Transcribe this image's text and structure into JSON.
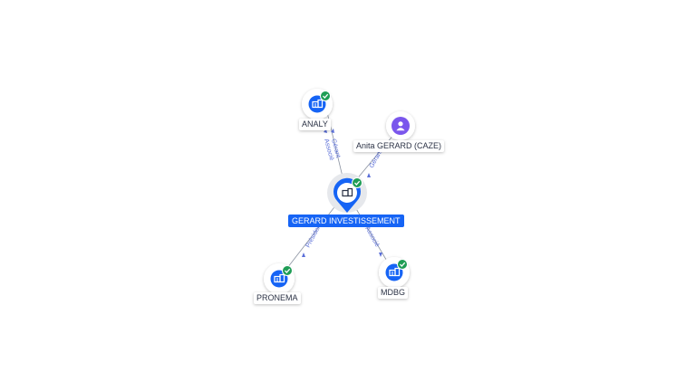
{
  "colors": {
    "company": "#1664f5",
    "person": "#7a56ec",
    "verified": "#1f9d55",
    "edge": "#8a92a0",
    "edge_label": "#5b6fd8"
  },
  "center": {
    "name": "GERARD INVESTISSEMENT",
    "icon": "building-icon",
    "verified": true
  },
  "nodes": [
    {
      "id": "analy",
      "name": "ANALY",
      "type": "company",
      "icon": "building-icon",
      "verified": true
    },
    {
      "id": "anita",
      "name": "Anita GERARD (CAZE)",
      "type": "person",
      "icon": "person-icon",
      "verified": false
    },
    {
      "id": "pronema",
      "name": "PRONEMA",
      "type": "company",
      "icon": "building-icon",
      "verified": true
    },
    {
      "id": "mdbg",
      "name": "MDBG",
      "type": "company",
      "icon": "building-icon",
      "verified": true
    }
  ],
  "edges": [
    {
      "from": "center",
      "to": "analy",
      "labels": [
        "Gérant",
        "Associé"
      ]
    },
    {
      "from": "anita",
      "to": "center",
      "labels": [
        "Gérant"
      ]
    },
    {
      "from": "center",
      "to": "pronema",
      "labels": [
        "Président"
      ]
    },
    {
      "from": "center",
      "to": "mdbg",
      "labels": [
        "Associé"
      ]
    }
  ]
}
